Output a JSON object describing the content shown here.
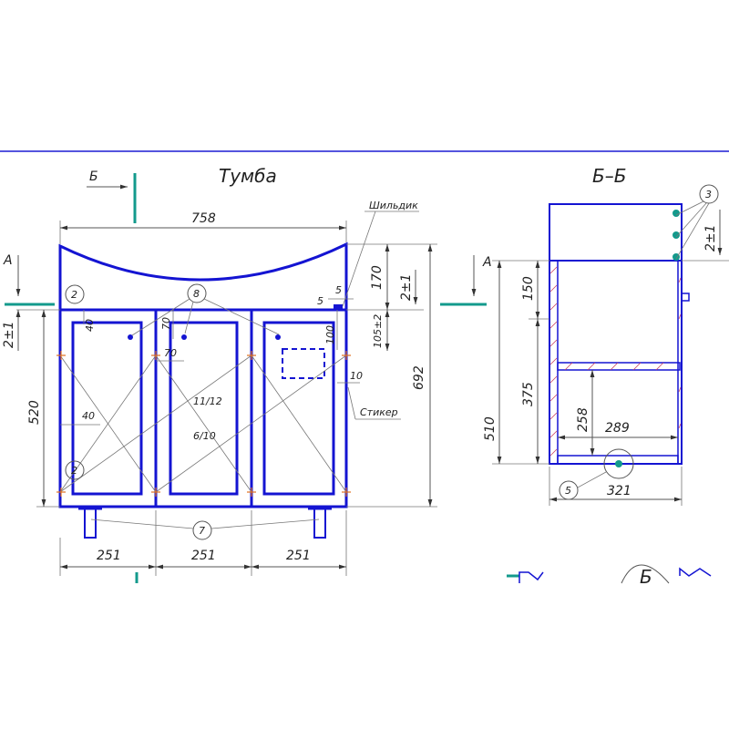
{
  "titles": {
    "front": "Тумба",
    "section": "Б–Б"
  },
  "section_marks": {
    "b": "Б",
    "a_left": "A",
    "a_right": "A"
  },
  "labels": {
    "plate": "Шильдик",
    "sticker": "Стикер"
  },
  "front_dims": {
    "width_total": "758",
    "top_offset": "170",
    "tol_top": "2±1",
    "tol_left": "2±1",
    "height_total": "692",
    "body_height": "520",
    "d40_top": "40",
    "d40_mid": "40",
    "d70_v": "70",
    "d70_h": "70",
    "d100": "100",
    "d105": "105±2",
    "d5a": "5",
    "d5b": "5",
    "d10": "10",
    "door1": "251",
    "door2": "251",
    "door3": "251",
    "ratio1": "11/12",
    "ratio2": "6/10"
  },
  "section_dims": {
    "h150": "150",
    "h375": "375",
    "h510": "510",
    "h258": "258",
    "w289": "289",
    "w321": "321",
    "tol": "2±1"
  },
  "callouts": {
    "c2a": "2",
    "c2b": "2",
    "c8": "8",
    "c7": "7",
    "c3": "3",
    "c5": "5",
    "cB": "Б"
  },
  "colors": {
    "outline": "#1414d2",
    "accent": "#139a8c",
    "border": "#1b1bd4"
  }
}
